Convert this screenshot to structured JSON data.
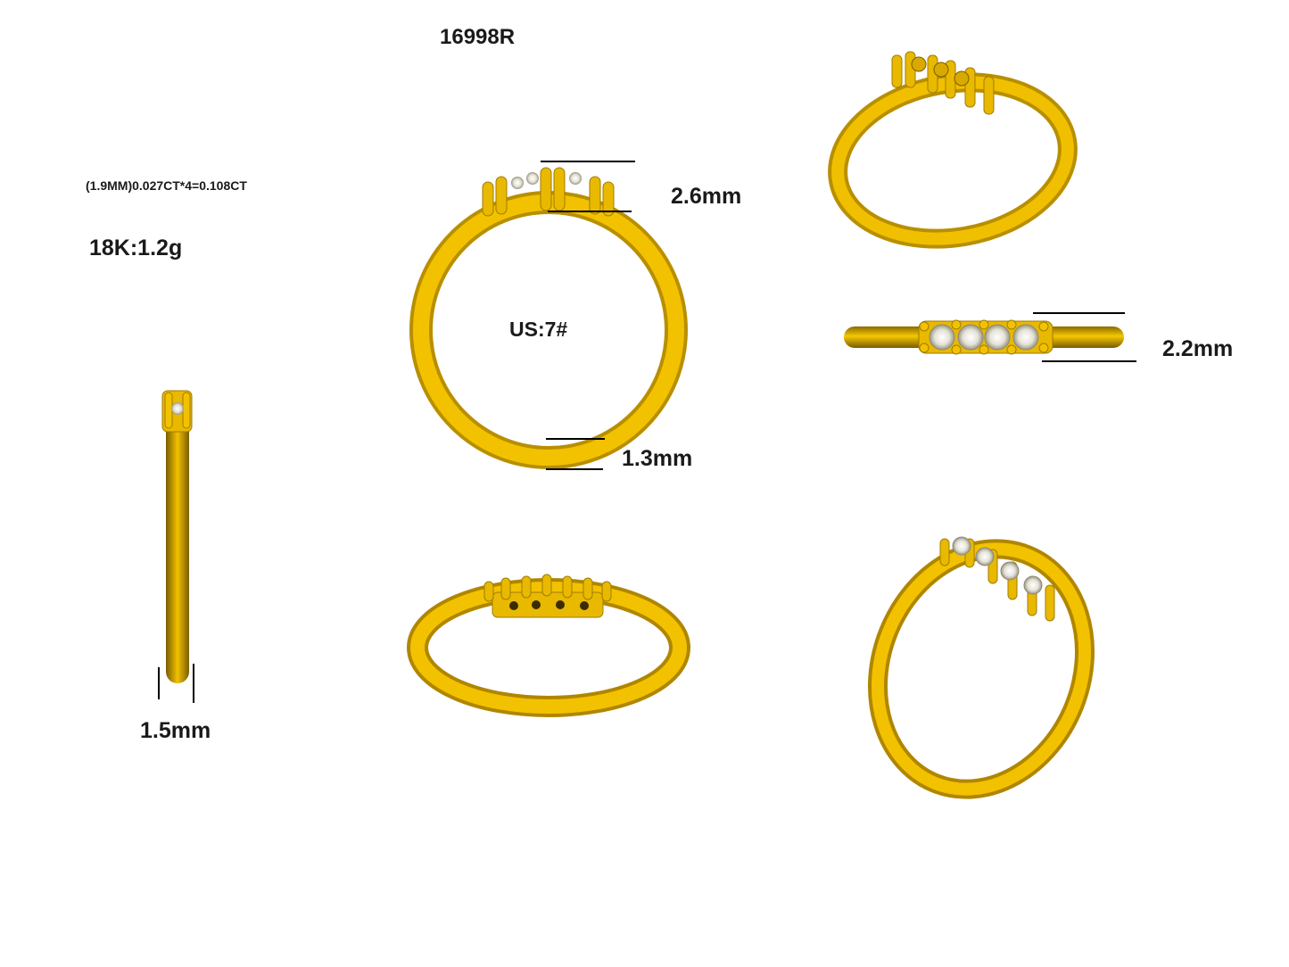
{
  "sheet": {
    "model_code": "16998R",
    "stone_spec": "(1.9MM)0.027CT*4=0.108CT",
    "metal_weight": "18K:1.2g",
    "ring_size": "US:7#"
  },
  "dimensions": {
    "top_height": "2.6mm",
    "band_thickness": "1.3mm",
    "head_width": "2.2mm",
    "band_width": "1.5mm"
  },
  "colors": {
    "gold": "#f2c200",
    "gold_shade": "#c79a00",
    "gold_dark": "#7a5c00",
    "diamond": "#e8e8e0",
    "dimension_line": "#000000"
  }
}
